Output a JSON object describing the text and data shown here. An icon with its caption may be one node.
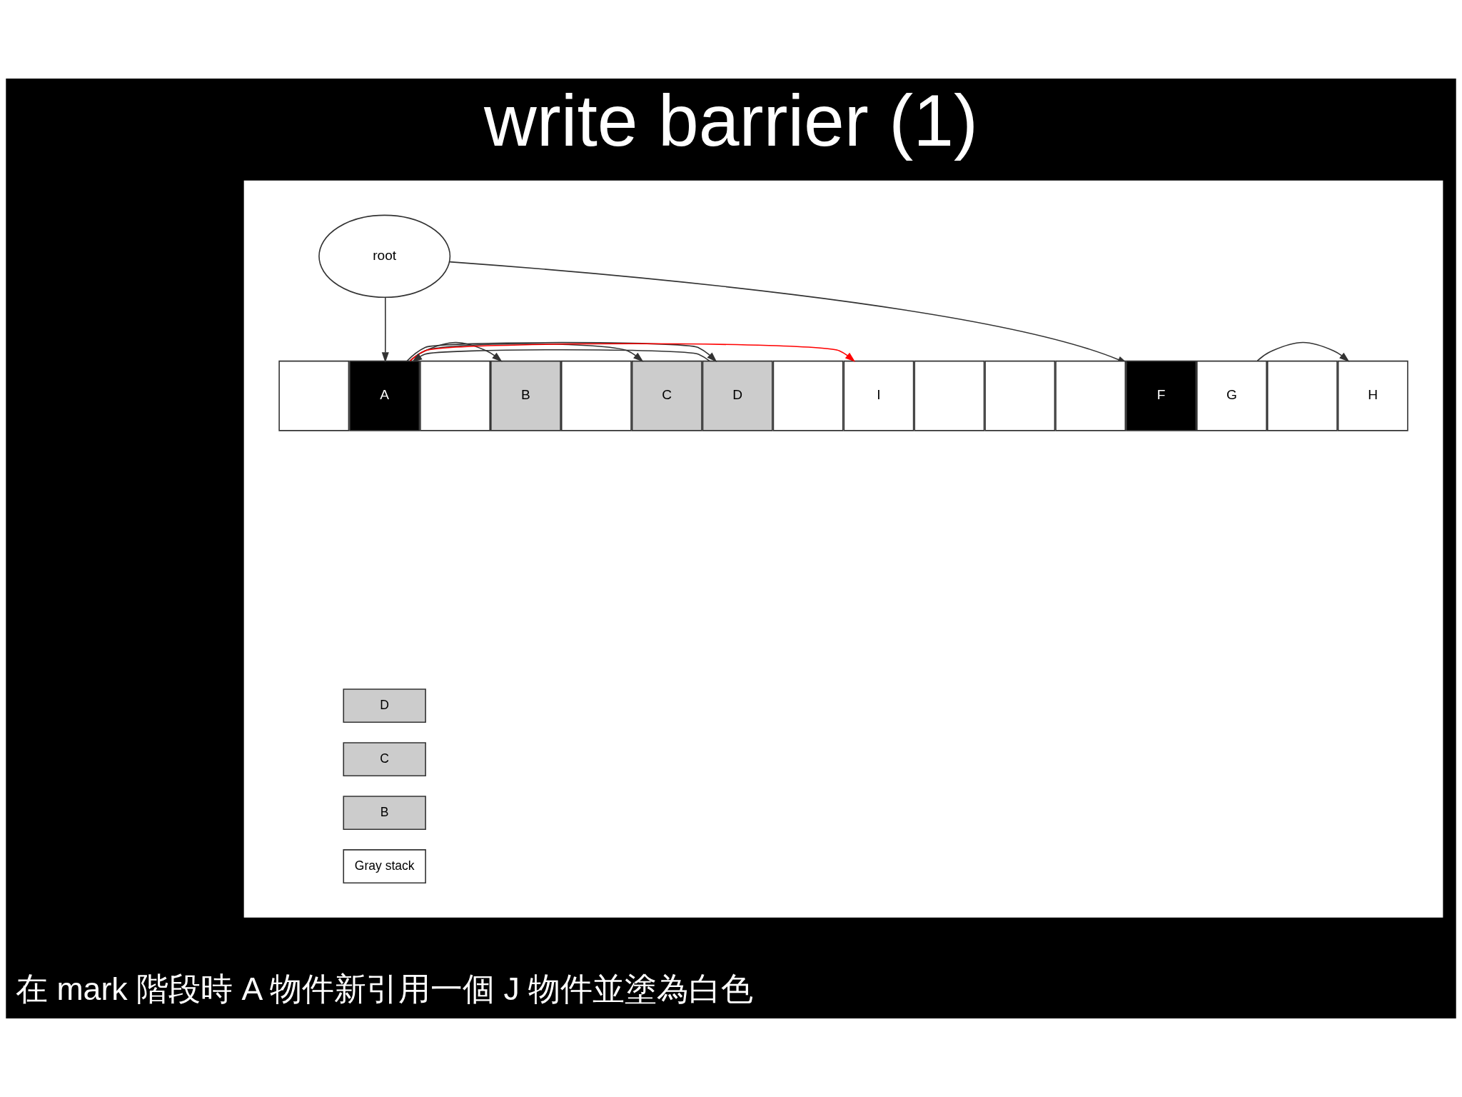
{
  "diagram": {
    "title": "write barrier (1)",
    "nodes": [
      {
        "text": [],
        "shape": "box"
      },
      {
        "text": [
          "root"
        ],
        "in": 0
      },
      {
        "text": [],
        "shape": "box",
        "in": 0
      },
      {
        "text": [
          "A"
        ],
        "in": 0
      },
      {
        "text": [],
        "shape": "box",
        "in": 0
      },
      {
        "text": [
          "B"
        ],
        "in": 0
      },
      {
        "text": [],
        "shape": "box",
        "in": 0
      },
      {
        "text": [
          "C"
        ],
        "in": 0
      },
      {
        "text": [
          "D"
        ],
        "in": 0
      },
      {
        "text": [],
        "shape": "box",
        "in": 0
      },
      {
        "text": [
          "I"
        ],
        "in": 0
      },
      {
        "text": [],
        "shape": "box",
        "in": 0
      },
      {
        "text": [],
        "shape": "box",
        "in": 0
      },
      {
        "text": [],
        "shape": "box",
        "in": 0
      },
      {
        "text": [
          "F"
        ],
        "in": 0
      },
      {
        "text": [
          "G"
        ],
        "in": 0
      },
      {
        "text": [],
        "shape": "box",
        "in": 0
      },
      {
        "text": [
          "H"
        ],
        "in": 0
      },
      {
        "text": [
          "D"
        ],
        "in": 0
      },
      {
        "text": [
          "C"
        ],
        "in": 0
      },
      {
        "text": [
          "B"
        ],
        "in": 0
      },
      {
        "text": [
          "Gray stack"
        ],
        "in": 0
      }
    ],
    "edges": [
      {
        "from": 1,
        "to": 3,
        "arrow": "to"
      },
      {
        "from": 1,
        "to": 14,
        "arrow": "to"
      },
      {
        "from": 8,
        "to": 3,
        "arrow": "to"
      },
      {
        "from": 3,
        "to": 5,
        "arrow": "to"
      },
      {
        "from": 3,
        "to": 7,
        "arrow": "to"
      },
      {
        "from": 3,
        "to": 8,
        "arrow": "to"
      },
      {
        "from": 3,
        "to": 10,
        "arrow": "to",
        "color": "#ff0000"
      },
      {
        "from": 15,
        "to": 17,
        "arrow": "to"
      }
    ],
    "labels": [
      "在 mark 階段時 A 物件新引用一個 J 物件並塗為白色"
    ]
  }
}
